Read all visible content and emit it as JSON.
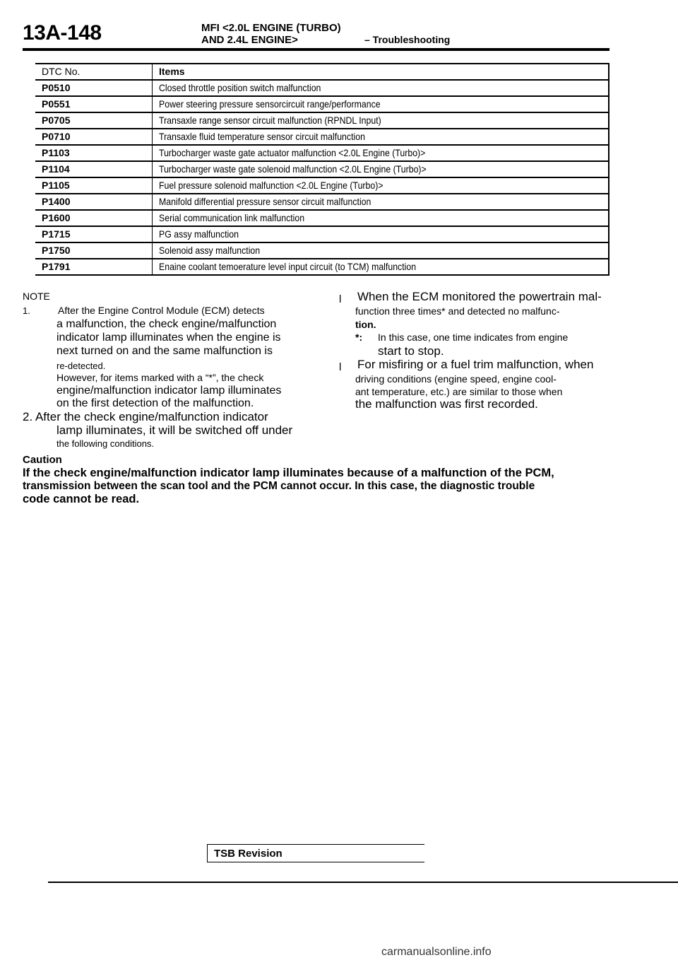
{
  "header": {
    "page_number": "13A-148",
    "title_line1": "MFI <2.0L ENGINE (TURBO)",
    "title_line2": "AND 2.4L ENGINE>",
    "section": "– Troubleshooting"
  },
  "table": {
    "col_code": "DTC No.",
    "col_items": "Items",
    "rows": [
      {
        "code": "P0510",
        "item": "Closed throttle position switch malfunction"
      },
      {
        "code": "P0551",
        "item": "Power steering pressure sensorcircuit range/performance"
      },
      {
        "code": "P0705",
        "item": "Transaxle range sensor circuit malfunction (RPNDL Input)"
      },
      {
        "code": "P0710",
        "item": "Transaxle fluid temperature sensor circuit malfunction"
      },
      {
        "code": "P1103",
        "item": "Turbocharger waste gate actuator malfunction <2.0L Engine (Turbo)>"
      },
      {
        "code": "P1104",
        "item": "Turbocharger waste gate solenoid malfunction <2.0L Engine (Turbo)>"
      },
      {
        "code": "P1105",
        "item": "Fuel pressure solenoid malfunction <2.0L Engine (Turbo)>"
      },
      {
        "code": "P1400",
        "item": "Manifold differential pressure sensor circuit malfunction"
      },
      {
        "code": "P1600",
        "item": "Serial communication link malfunction"
      },
      {
        "code": "P1715",
        "item": "PG assy malfunction"
      },
      {
        "code": "P1750",
        "item": "Solenoid assy malfunction"
      },
      {
        "code": "P1791",
        "item": "Enaine coolant temoerature level input circuit (to TCM) malfunction"
      }
    ]
  },
  "note": {
    "title": "NOTE",
    "item1_num": "1.",
    "item1_lines": [
      "After the Engine Control Module (ECM) detects",
      "a malfunction, the check engine/malfunction",
      "indicator lamp illuminates when the engine is",
      "next turned on and the same malfunction is",
      "re-detected.",
      "However, for items marked with a “*”, the check",
      "engine/malfunction indicator lamp illuminates",
      "on the first detection of the malfunction."
    ],
    "item2_lines": [
      "2. After the check engine/malfunction indicator",
      "lamp illuminates, it will be switched off under",
      "the following conditions."
    ],
    "right_col": {
      "bullet_glyph": "l",
      "b1_lines": [
        "When the ECM monitored the powertrain mal-",
        "function three times* and detected no malfunc-",
        "tion."
      ],
      "b1_sub_mark": "*:",
      "b1_sub_lines": [
        "In this case, one time indicates from engine",
        "start to stop."
      ],
      "b2_lines": [
        "For misfiring or a fuel trim malfunction, when",
        "driving conditions (engine speed, engine cool-",
        "ant temperature, etc.) are similar to those when",
        "the malfunction was first recorded."
      ]
    }
  },
  "caution": {
    "title": "Caution",
    "lines": [
      "If the check engine/malfunction indicator lamp illuminates because of a malfunction of the PCM,",
      "transmission between the scan tool and the PCM cannot occur. In this case, the diagnostic trouble",
      "code cannot be read."
    ]
  },
  "footer": {
    "tsb": "TSB Revision",
    "watermark": "carmanualsonline.info"
  }
}
